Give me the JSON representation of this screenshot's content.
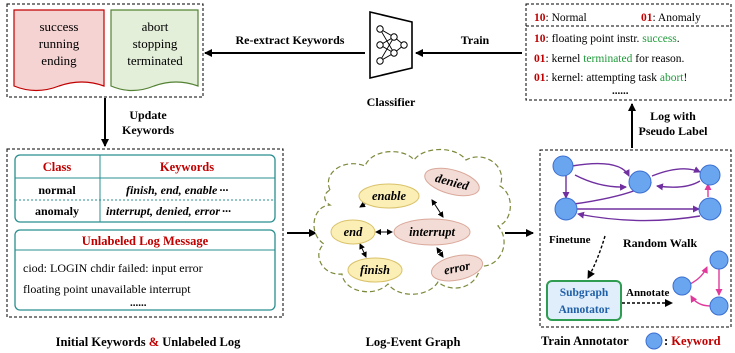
{
  "keyword_docs": {
    "success": [
      "success",
      "running",
      "ending"
    ],
    "abort": [
      "abort",
      "stopping",
      "terminated"
    ]
  },
  "edges": {
    "re_extract": "Re-extract Keywords",
    "train": "Train",
    "update": [
      "Update",
      "Keywords"
    ],
    "log_with": [
      "Log with",
      "Pseudo Label"
    ]
  },
  "classifier_label": "Classifier",
  "pseudo_panel": {
    "legend_normal_code": "10",
    "legend_normal_text": ": Normal",
    "legend_anomaly_code": "01",
    "legend_anomaly_text": ": Anomaly",
    "rows": [
      {
        "code": "10",
        "before": ": floating point instr. ",
        "keyword": "success",
        "after": "."
      },
      {
        "code": "01",
        "before": ": kernel ",
        "keyword": "terminated",
        "after": " for reason."
      },
      {
        "code": "01",
        "before": ": kernel: attempting task ",
        "keyword": "abort",
        "after": "!"
      }
    ],
    "ellipsis": "......"
  },
  "initial_panel": {
    "header_class": "Class",
    "header_keywords": "Keywords",
    "rows": [
      {
        "class": "normal",
        "keywords": "finish, end, enable",
        "more": "···"
      },
      {
        "class": "anomaly",
        "keywords": "interrupt, denied, error",
        "more": "···"
      }
    ],
    "unlabeled_title": "Unlabeled Log Message",
    "messages": [
      "ciod: LOGIN chdir failed: input error",
      "floating point unavailable interrupt"
    ],
    "ellipsis": "......"
  },
  "graph_nodes": [
    "enable",
    "denied",
    "end",
    "interrupt",
    "finish",
    "error"
  ],
  "annotator": {
    "finetune": "Finetune",
    "random_walk": "Random Walk",
    "subgraph": [
      "Subgraph",
      "Annotator"
    ],
    "annotate": "Annotate"
  },
  "captions": {
    "left_a": "Initial Keywords ",
    "left_amp": "&",
    "left_b": " Unlabeled Log",
    "middle": "Log-Event Graph",
    "right_a": "Train Annotator ",
    "right_colon": ": ",
    "right_keyword": "Keyword"
  },
  "colors": {
    "red": "#c00000",
    "green_text": "#1f9a3a",
    "teal": "#2a8f8f",
    "node_blue": "#6aa5f0",
    "node_stroke": "#3b6fd1",
    "purple": "#7030a0",
    "magenta": "#e0399b",
    "doc_red": "#f6d3d3",
    "doc_green": "#e3efd9",
    "event_fill": "#fbefb6",
    "annotator_fill": "#dfeefa"
  }
}
